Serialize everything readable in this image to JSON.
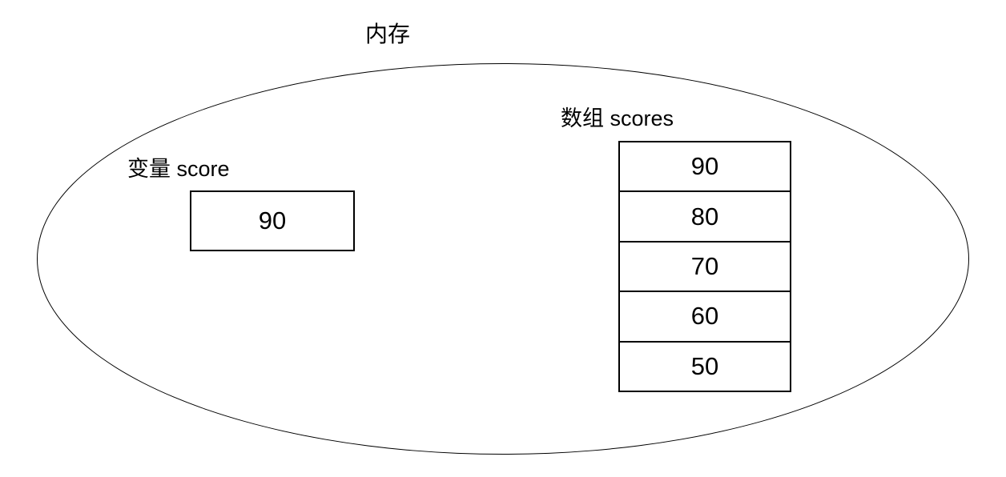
{
  "diagram": {
    "title": "内存",
    "variable": {
      "label": "变量 score",
      "value": "90"
    },
    "array": {
      "label": "数组 scores",
      "cells": [
        "90",
        "80",
        "70",
        "60",
        "50"
      ]
    }
  },
  "colors": {
    "background": "#ffffff",
    "line": "#000000",
    "text": "#000000"
  }
}
